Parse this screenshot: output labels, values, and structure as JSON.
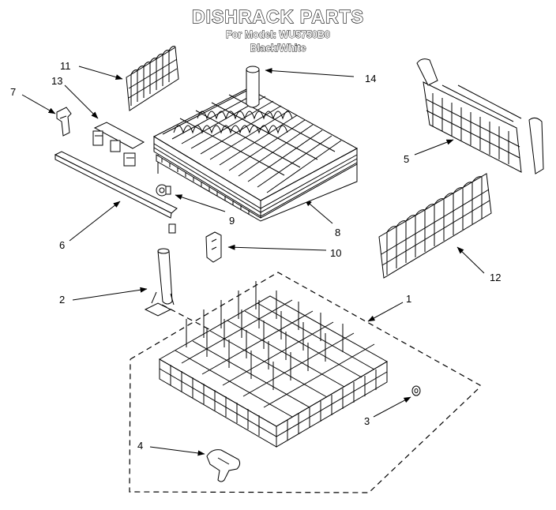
{
  "header": {
    "title": "DISHRACK PARTS",
    "model_line": "For Model: WU5750B0",
    "color_line": "Black/White"
  },
  "callouts": [
    {
      "id": "c1",
      "label": "1"
    },
    {
      "id": "c2",
      "label": "2"
    },
    {
      "id": "c3",
      "label": "3"
    },
    {
      "id": "c4",
      "label": "4"
    },
    {
      "id": "c5",
      "label": "5"
    },
    {
      "id": "c6",
      "label": "6"
    },
    {
      "id": "c7",
      "label": "7"
    },
    {
      "id": "c8",
      "label": "8"
    },
    {
      "id": "c9",
      "label": "9"
    },
    {
      "id": "c10",
      "label": "10"
    },
    {
      "id": "c11",
      "label": "11"
    },
    {
      "id": "c12",
      "label": "12"
    },
    {
      "id": "c13",
      "label": "13"
    },
    {
      "id": "c14",
      "label": "14"
    }
  ]
}
